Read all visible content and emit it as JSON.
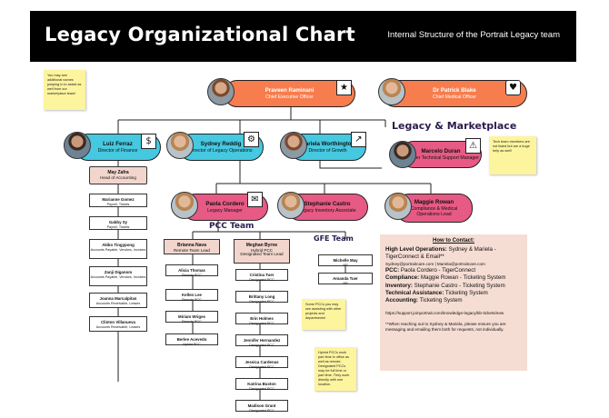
{
  "header": {
    "title": "Legacy Organizational Chart",
    "subtitle": "Internal Structure of the Portrait Legacy team"
  },
  "sections": {
    "legacy_marketplace": "Legacy & Marketplace",
    "pcc_team": "PCC Team",
    "gfe_team": "GFE Team"
  },
  "executives": {
    "ceo": {
      "name": "Praveen Raminani",
      "role": "Chief Executive Officer",
      "icon": "star-icon"
    },
    "cmo": {
      "name": "Dr Patrick Blake",
      "role": "Chief Medical Officer",
      "icon": "medical-icon"
    }
  },
  "directors": {
    "finance": {
      "name": "Luiz Ferraz",
      "role": "Director of Finance",
      "icon": "dollar-icon"
    },
    "legacy_ops": {
      "name": "Sydney Reddig",
      "role": "Director of Legacy Operations",
      "icon": "gear-icon"
    },
    "growth": {
      "name": "Mariela Worthington",
      "role": "Director of Growth",
      "icon": "trend-arrow-icon"
    },
    "tech_support": {
      "name": "Marcelo Duran",
      "role": "Provider Technical Support Manager",
      "icon": "warning-icon"
    }
  },
  "managers": {
    "legacy_manager": {
      "name": "Paola Cordero",
      "role": "Legacy Manager",
      "icon": "chat-icon"
    },
    "inventory": {
      "name": "Stephanie Castro",
      "role": "Legacy Inventory Associate"
    },
    "compliance": {
      "name": "Maggie Rowan",
      "role": "Compliance & Medical Operations Lead"
    }
  },
  "accounting": {
    "head": {
      "name": "May Zafra",
      "role": "Head of Accounting"
    },
    "staff": [
      {
        "name": "Marianne Gomez",
        "role": "Payroll, Tickets"
      },
      {
        "name": "Gabby Sy",
        "role": "Payroll, Tickets"
      },
      {
        "name": "Akiko Tingypong",
        "role": "Accounts Payable, Vendors, Invoices"
      },
      {
        "name": "Zanji Diganom",
        "role": "Accounts Payable, Vendors, Invoices"
      },
      {
        "name": "Joanna Marcalpitan",
        "role": "Accounts Receivable, Leases"
      },
      {
        "name": "Clinton Villanueva",
        "role": "Accounts Receivable, Leases"
      }
    ]
  },
  "pcc": {
    "remote_lead": {
      "name": "Brianna Nava",
      "role": "Remote Team Lead"
    },
    "designated_lead": {
      "name": "Meghan Byrne",
      "role": "Hybrid PCC Designated Team Lead"
    },
    "remote_members": [
      {
        "name": "Alicia Thomas",
        "role": "Remote PCC"
      },
      {
        "name": "Kellen Lee",
        "role": "Remote PCC"
      },
      {
        "name": "Miriam Wriges",
        "role": "Remote PCC"
      },
      {
        "name": "Berlee Acevedo",
        "role": "Hybrid PCC"
      }
    ],
    "designated_members": [
      {
        "name": "Cristina Tuer",
        "role": "Designated PCC"
      },
      {
        "name": "Brittany Long",
        "role": "Designated PCC"
      },
      {
        "name": "Erin Holmes",
        "role": "Designated PCC"
      },
      {
        "name": "Jennifer Hernandez",
        "role": "Designated PCC"
      },
      {
        "name": "Jessica Cardenas",
        "role": "Designated PCC"
      },
      {
        "name": "Katrina Buxton",
        "role": "Designated PCC"
      },
      {
        "name": "Madison Grant",
        "role": "Designated PCC"
      }
    ]
  },
  "gfe": {
    "members": [
      {
        "name": "Michelle May",
        "role": "NP"
      },
      {
        "name": "Amanda Tuer",
        "role": "NP"
      }
    ]
  },
  "notes": {
    "top_left": "You may see additional names jumping in to assist as well from our marketplace team!",
    "tech_team": "Tech team members are not listed but are a huge help as well!",
    "pcc_assist": "Some PCCs you may see assisting with other projects and departments!",
    "hybrid": "Hybrid PCCs work part time in office as well as remote. Designated PCCs may be full time or part time. They work directly with one location."
  },
  "contact": {
    "title": "How to Contact:",
    "high_level_label": "High Level Operations:",
    "high_level_value": "Sydney & Mariela - TigerConnect & Email**",
    "high_level_emails": "Sydney@portraitcare.com | Mariela@portraitcare.com",
    "pcc_label": "PCC:",
    "pcc_value": "Paola Cordero - TigerConnect",
    "compliance_label": "Compliance:",
    "compliance_value": "Maggie Rowan - Ticketing System",
    "inventory_label": "Inventory:",
    "inventory_value": "Stephanie Castro - Ticketing System",
    "tech_label": "Technical Assistance:",
    "tech_value": "Ticketing System",
    "accounting_label": "Accounting:",
    "accounting_value": "Ticketing System",
    "url": "https://support.joinportrait.com/knowledge-legacy/kb-tickets/new",
    "footnote": "**When reaching out to Sydney & Mariela, please ensure you are messaging and emailing them both for requests, not individually."
  },
  "colors": {
    "executive": "#f77d4e",
    "director": "#45c8e0",
    "manager": "#e75a85",
    "lead_box": "#f2d6ce",
    "sticky": "#fdf49e",
    "contact_bg": "#f6ddd4",
    "header_bg": "#000000"
  }
}
